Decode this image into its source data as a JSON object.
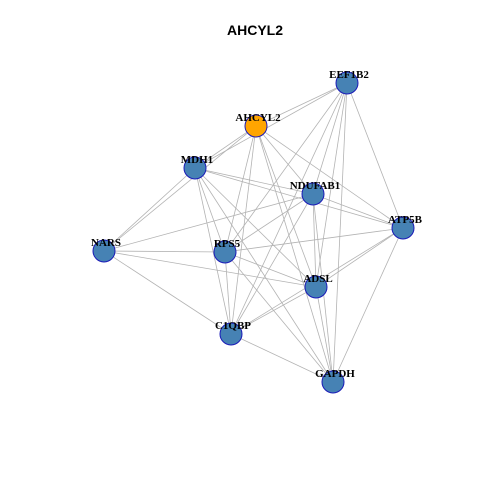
{
  "title": "AHCYL2",
  "nodes": [
    {
      "id": "EEF1B2",
      "label": "EEF1B2",
      "color": "#4682B4",
      "border": "#1a1ab8"
    },
    {
      "id": "AHCYL2",
      "label": "AHCYL2",
      "color": "#FFA500",
      "border": "#1a1ab8"
    },
    {
      "id": "MDH1",
      "label": "MDH1",
      "color": "#4682B4",
      "border": "#1a1ab8"
    },
    {
      "id": "NDUFAB1",
      "label": "NDUFAB1",
      "color": "#4682B4",
      "border": "#1a1ab8"
    },
    {
      "id": "ATP5B",
      "label": "ATP5B",
      "color": "#4682B4",
      "border": "#1a1ab8"
    },
    {
      "id": "NARS",
      "label": "NARS",
      "color": "#4682B4",
      "border": "#1a1ab8"
    },
    {
      "id": "RPS5",
      "label": "RPS5",
      "color": "#4682B4",
      "border": "#1a1ab8"
    },
    {
      "id": "ADSL",
      "label": "ADSL",
      "color": "#4682B4",
      "border": "#1a1ab8"
    },
    {
      "id": "C1QBP",
      "label": "C1QBP",
      "color": "#4682B4",
      "border": "#1a1ab8"
    },
    {
      "id": "GAPDH",
      "label": "GAPDH",
      "color": "#4682B4",
      "border": "#1a1ab8"
    }
  ],
  "edges": [
    [
      "AHCYL2",
      "EEF1B2"
    ],
    [
      "AHCYL2",
      "MDH1"
    ],
    [
      "AHCYL2",
      "NDUFAB1"
    ],
    [
      "AHCYL2",
      "ATP5B"
    ],
    [
      "AHCYL2",
      "RPS5"
    ],
    [
      "AHCYL2",
      "ADSL"
    ],
    [
      "AHCYL2",
      "C1QBP"
    ],
    [
      "AHCYL2",
      "GAPDH"
    ],
    [
      "AHCYL2",
      "NARS"
    ],
    [
      "EEF1B2",
      "MDH1"
    ],
    [
      "EEF1B2",
      "NDUFAB1"
    ],
    [
      "EEF1B2",
      "ATP5B"
    ],
    [
      "EEF1B2",
      "RPS5"
    ],
    [
      "EEF1B2",
      "ADSL"
    ],
    [
      "EEF1B2",
      "C1QBP"
    ],
    [
      "EEF1B2",
      "GAPDH"
    ],
    [
      "MDH1",
      "NDUFAB1"
    ],
    [
      "MDH1",
      "ATP5B"
    ],
    [
      "MDH1",
      "NARS"
    ],
    [
      "MDH1",
      "RPS5"
    ],
    [
      "MDH1",
      "ADSL"
    ],
    [
      "MDH1",
      "C1QBP"
    ],
    [
      "MDH1",
      "GAPDH"
    ],
    [
      "NDUFAB1",
      "ATP5B"
    ],
    [
      "NDUFAB1",
      "NARS"
    ],
    [
      "NDUFAB1",
      "RPS5"
    ],
    [
      "NDUFAB1",
      "ADSL"
    ],
    [
      "NDUFAB1",
      "C1QBP"
    ],
    [
      "NDUFAB1",
      "GAPDH"
    ],
    [
      "ATP5B",
      "RPS5"
    ],
    [
      "ATP5B",
      "ADSL"
    ],
    [
      "ATP5B",
      "C1QBP"
    ],
    [
      "ATP5B",
      "GAPDH"
    ],
    [
      "NARS",
      "RPS5"
    ],
    [
      "NARS",
      "ADSL"
    ],
    [
      "NARS",
      "C1QBP"
    ],
    [
      "RPS5",
      "ADSL"
    ],
    [
      "RPS5",
      "C1QBP"
    ],
    [
      "RPS5",
      "GAPDH"
    ],
    [
      "ADSL",
      "C1QBP"
    ],
    [
      "ADSL",
      "GAPDH"
    ],
    [
      "C1QBP",
      "GAPDH"
    ]
  ]
}
